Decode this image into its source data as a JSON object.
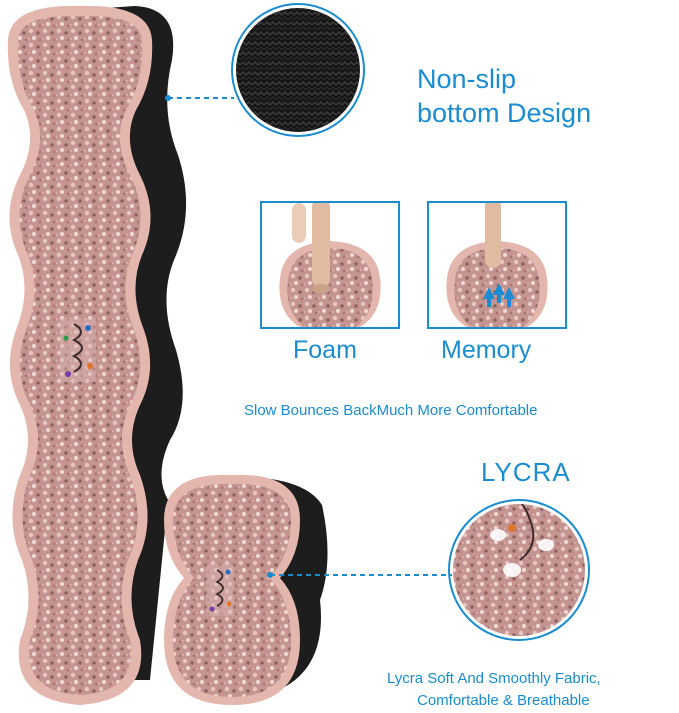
{
  "features": {
    "nonslip": {
      "line1": "Non-slip",
      "line2": "bottom Design"
    },
    "foam": "Foam",
    "memory": "Memory",
    "slow_bounce": "Slow Bounces BackMuch More Comfortable",
    "lycra_title": "LYCRA",
    "lycra_line1": "Lycra Soft And Smoothly Fabric,",
    "lycra_line2": "Comfortable & Breathable"
  },
  "colors": {
    "accent": "#1a8ccf",
    "glitter": "#c99a97",
    "glitter_dark": "#9e6e6c",
    "rim": "#e7bdb4",
    "fabric": "#1d1d1d"
  }
}
